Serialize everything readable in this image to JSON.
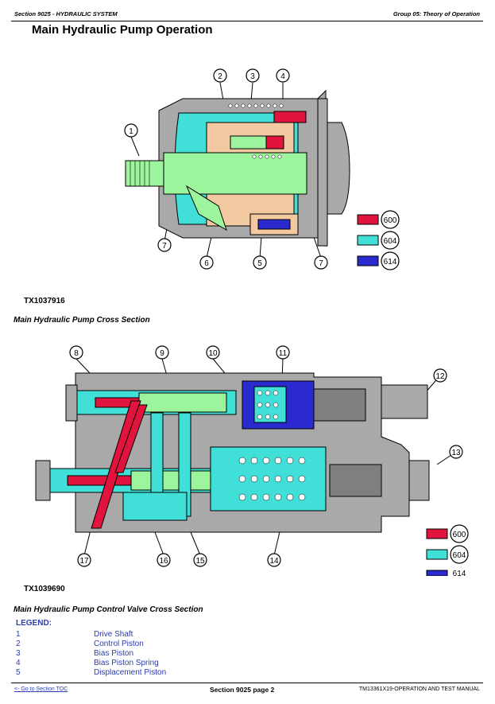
{
  "header": {
    "left": "Section 9025 - HYDRAULIC SYSTEM",
    "right": "Group 05: Theory of Operation"
  },
  "page_title": "Main Hydraulic Pump Operation",
  "figure1": {
    "callouts": [
      "1",
      "2",
      "3",
      "4",
      "5",
      "6",
      "7",
      "7"
    ],
    "legend_codes": [
      "600",
      "604",
      "614"
    ],
    "tx_code": "TX1037916",
    "caption": "Main Hydraulic Pump Cross Section"
  },
  "figure2": {
    "callouts": [
      "8",
      "9",
      "10",
      "11",
      "12",
      "13",
      "14",
      "15",
      "16",
      "17"
    ],
    "legend_codes": [
      "600",
      "604",
      "614"
    ],
    "tx_code": "TX1039690",
    "caption": "Main Hydraulic Pump Control Valve Cross Section"
  },
  "colors": {
    "red": "#e0143c",
    "cyan": "#40e0d8",
    "blue": "#2a2acf",
    "green": "#9cf59c",
    "grey": "#a9a9a9",
    "tan": "#f2c9a0"
  },
  "legend": {
    "heading": "LEGEND:",
    "items": [
      {
        "num": "1",
        "text": "Drive Shaft"
      },
      {
        "num": "2",
        "text": "Control Piston"
      },
      {
        "num": "3",
        "text": "Bias Piston"
      },
      {
        "num": "4",
        "text": "Bias Piston Spring"
      },
      {
        "num": "5",
        "text": "Displacement Piston"
      }
    ]
  },
  "footer": {
    "left": "<- Go to Section TOC",
    "center": "Section 9025 page 2",
    "right": "TM13361X19-OPERATION AND TEST MANUAL"
  }
}
